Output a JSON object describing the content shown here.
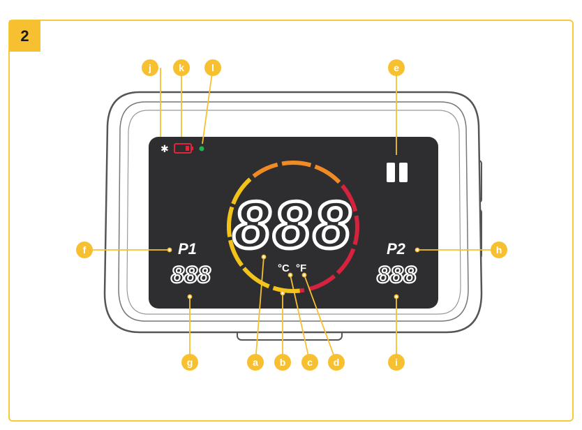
{
  "step": "2",
  "display": {
    "main_digits": "888",
    "unit_c": "°C",
    "unit_f": "°F",
    "p1_label": "P1",
    "p1_digits": "888",
    "p2_label": "P2",
    "p2_digits": "888",
    "bluetooth_symbol": "✱"
  },
  "callouts": [
    "a",
    "b",
    "c",
    "d",
    "e",
    "f",
    "g",
    "h",
    "i",
    "j",
    "k",
    "l"
  ],
  "colors": {
    "accent": "#f6c030",
    "screen": "#2e2e30",
    "arc_yellow": "#f2c419",
    "arc_orange": "#f08a24",
    "arc_red": "#d6233d",
    "battery": "#e0253c",
    "led": "#22b24c"
  }
}
